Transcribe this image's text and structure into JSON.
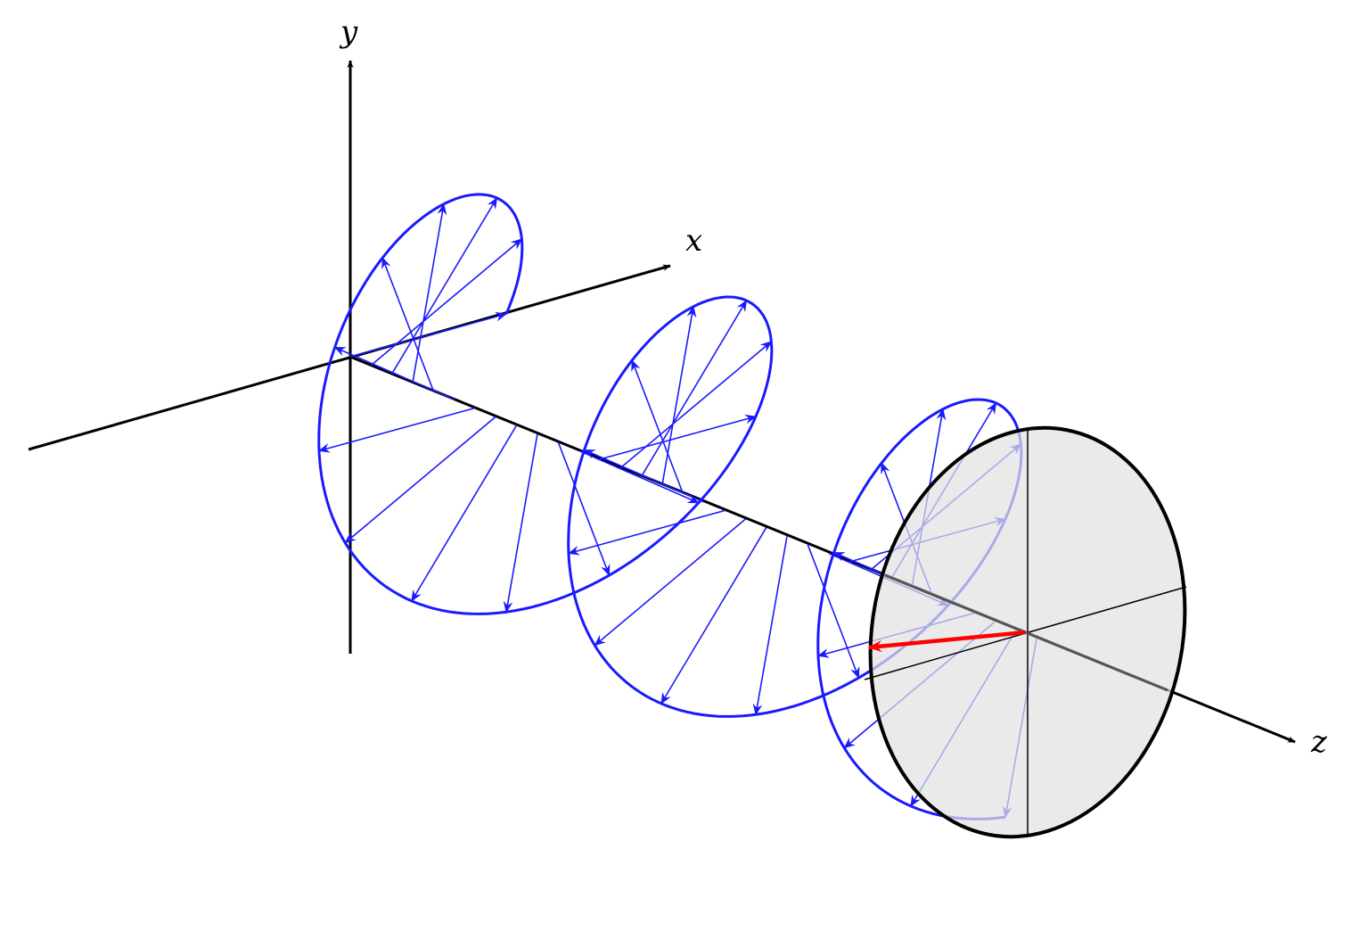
{
  "axes": {
    "x_label": "x",
    "y_label": "y",
    "z_label": "z"
  },
  "helix": {
    "turns": 2.75,
    "arrows_per_turn": 12,
    "color": "#1a1aff"
  },
  "screen": {
    "fill": "#e2e2e2",
    "stroke": "#000000"
  },
  "field_vector_color": "#ff0000"
}
